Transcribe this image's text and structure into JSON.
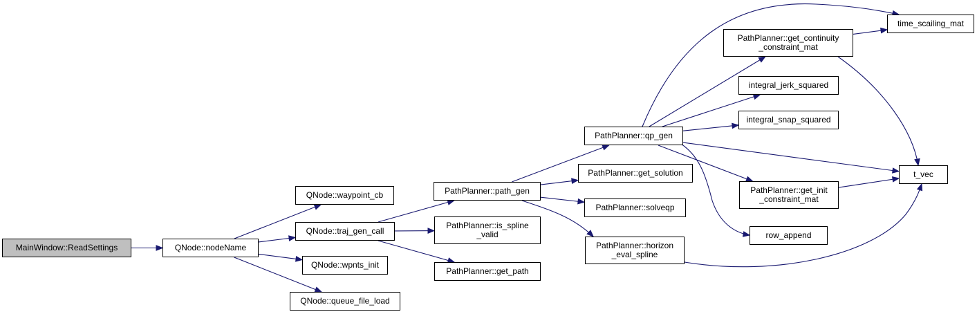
{
  "colors": {
    "edge": "#191970",
    "root_fill": "#bfbfbf",
    "node_fill": "#ffffff",
    "border": "#000000"
  },
  "nodes": {
    "mainwindow_readsettings": {
      "lines": [
        "MainWindow::ReadSettings"
      ]
    },
    "qnode_nodename": {
      "lines": [
        "QNode::nodeName"
      ]
    },
    "qnode_waypoint_cb": {
      "lines": [
        "QNode::waypoint_cb"
      ]
    },
    "qnode_traj_gen_call": {
      "lines": [
        "QNode::traj_gen_call"
      ]
    },
    "qnode_wpnts_init": {
      "lines": [
        "QNode::wpnts_init"
      ]
    },
    "qnode_queue_file_load": {
      "lines": [
        "QNode::queue_file_load"
      ]
    },
    "pathplanner_path_gen": {
      "lines": [
        "PathPlanner::path_gen"
      ]
    },
    "pathplanner_is_spline_valid": {
      "lines": [
        "PathPlanner::is_spline",
        "_valid"
      ]
    },
    "pathplanner_get_path": {
      "lines": [
        "PathPlanner::get_path"
      ]
    },
    "pathplanner_qp_gen": {
      "lines": [
        "PathPlanner::qp_gen"
      ]
    },
    "pathplanner_get_solution": {
      "lines": [
        "PathPlanner::get_solution"
      ]
    },
    "pathplanner_solveqp": {
      "lines": [
        "PathPlanner::solveqp"
      ]
    },
    "pathplanner_horizon_eval_spline": {
      "lines": [
        "PathPlanner::horizon",
        "_eval_spline"
      ]
    },
    "pathplanner_get_continuity_constraint_mat": {
      "lines": [
        "PathPlanner::get_continuity",
        "_constraint_mat"
      ]
    },
    "integral_jerk_squared": {
      "lines": [
        "integral_jerk_squared"
      ]
    },
    "integral_snap_squared": {
      "lines": [
        "integral_snap_squared"
      ]
    },
    "pathplanner_get_init_constraint_mat": {
      "lines": [
        "PathPlanner::get_init",
        "_constraint_mat"
      ]
    },
    "row_append": {
      "lines": [
        "row_append"
      ]
    },
    "time_scailing_mat": {
      "lines": [
        "time_scailing_mat"
      ]
    },
    "t_vec": {
      "lines": [
        "t_vec"
      ]
    }
  },
  "edges": [
    {
      "from": "mainwindow_readsettings",
      "to": "qnode_nodename"
    },
    {
      "from": "qnode_nodename",
      "to": "qnode_waypoint_cb"
    },
    {
      "from": "qnode_nodename",
      "to": "qnode_traj_gen_call"
    },
    {
      "from": "qnode_nodename",
      "to": "qnode_wpnts_init"
    },
    {
      "from": "qnode_nodename",
      "to": "qnode_queue_file_load"
    },
    {
      "from": "qnode_traj_gen_call",
      "to": "pathplanner_path_gen"
    },
    {
      "from": "qnode_traj_gen_call",
      "to": "pathplanner_is_spline_valid"
    },
    {
      "from": "qnode_traj_gen_call",
      "to": "pathplanner_get_path"
    },
    {
      "from": "pathplanner_path_gen",
      "to": "pathplanner_qp_gen"
    },
    {
      "from": "pathplanner_path_gen",
      "to": "pathplanner_get_solution"
    },
    {
      "from": "pathplanner_path_gen",
      "to": "pathplanner_solveqp"
    },
    {
      "from": "pathplanner_path_gen",
      "to": "pathplanner_horizon_eval_spline"
    },
    {
      "from": "pathplanner_qp_gen",
      "to": "pathplanner_get_continuity_constraint_mat"
    },
    {
      "from": "pathplanner_qp_gen",
      "to": "time_scailing_mat"
    },
    {
      "from": "pathplanner_qp_gen",
      "to": "integral_jerk_squared"
    },
    {
      "from": "pathplanner_qp_gen",
      "to": "integral_snap_squared"
    },
    {
      "from": "pathplanner_qp_gen",
      "to": "t_vec"
    },
    {
      "from": "pathplanner_qp_gen",
      "to": "pathplanner_get_init_constraint_mat"
    },
    {
      "from": "pathplanner_qp_gen",
      "to": "row_append"
    },
    {
      "from": "pathplanner_get_continuity_constraint_mat",
      "to": "time_scailing_mat"
    },
    {
      "from": "pathplanner_get_continuity_constraint_mat",
      "to": "t_vec"
    },
    {
      "from": "pathplanner_get_init_constraint_mat",
      "to": "t_vec"
    },
    {
      "from": "pathplanner_horizon_eval_spline",
      "to": "t_vec"
    }
  ]
}
